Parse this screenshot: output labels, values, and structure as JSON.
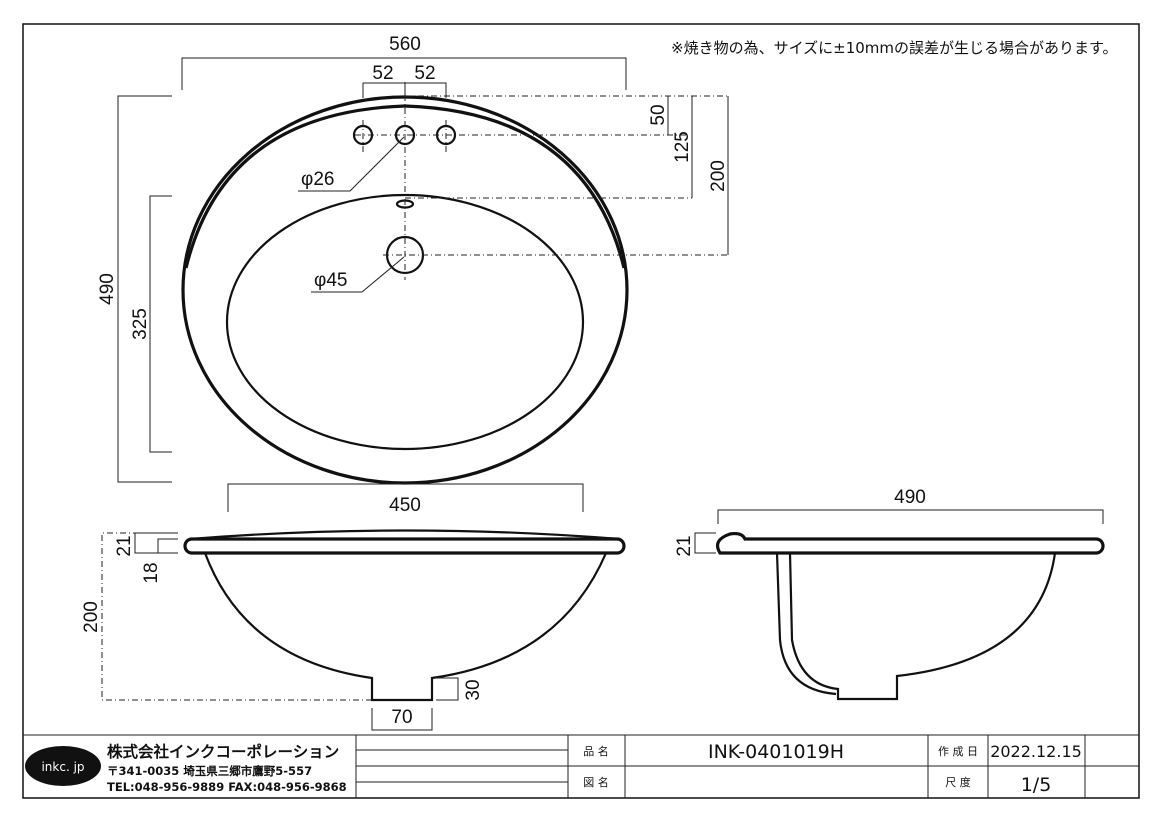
{
  "note": "※焼き物の為、サイズに±10mmの誤差が生じる場合があります。",
  "top_view": {
    "width_560": "560",
    "hole_spacing_left": "52",
    "hole_spacing_right": "52",
    "dim_50": "50",
    "dim_125": "125",
    "dim_200": "200",
    "height_490": "490",
    "height_325": "325",
    "tap_hole_diameter": "φ26",
    "drain_diameter": "φ45",
    "bowl_width_450": "450"
  },
  "front_view": {
    "dim_21": "21",
    "dim_18": "18",
    "depth_200": "200",
    "drain_30": "30",
    "drain_70": "70"
  },
  "side_view": {
    "length_490": "490",
    "dim_21": "21"
  },
  "title_block": {
    "logo": "inkc. jp",
    "company": "株式会社インクコーポレーション",
    "address": "〒341-0035 埼玉県三郷市鷹野5-557",
    "contact": "TEL:048-956-9889  FAX:048-956-9868",
    "product_label": "品 名",
    "product_value": "INK-0401019H",
    "drawing_label": "図 名",
    "drawing_value": "",
    "created_label": "作 成 日",
    "created_value": "2022.12.15",
    "scale_label": "尺 度",
    "scale_value": "1/5"
  },
  "colors": {
    "line": "#111111",
    "background": "#ffffff"
  }
}
